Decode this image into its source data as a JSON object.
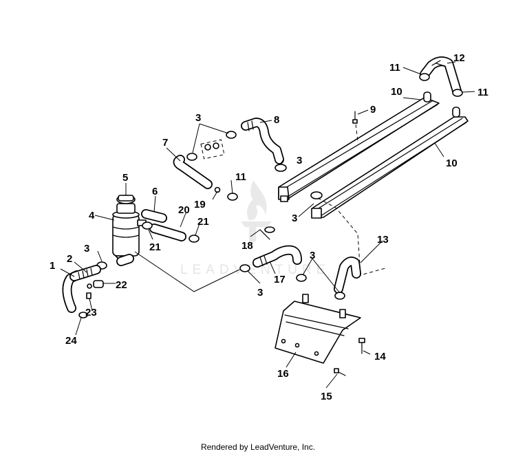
{
  "watermark": {
    "text": "LEADVENTURE"
  },
  "footer": {
    "text": "Rendered by LeadVenture, Inc."
  },
  "callouts": {
    "c1": "1",
    "c2": "2",
    "c3a": "3",
    "c3b": "3",
    "c3c": "3",
    "c3d": "3",
    "c3e": "3",
    "c3f": "3",
    "c4": "4",
    "c5": "5",
    "c6": "6",
    "c7": "7",
    "c8": "8",
    "c9": "9",
    "c10a": "10",
    "c10b": "10",
    "c11a": "11",
    "c11b": "11",
    "c11c": "11",
    "c12": "12",
    "c13": "13",
    "c14": "14",
    "c15": "15",
    "c16": "16",
    "c17": "17",
    "c18": "18",
    "c19": "19",
    "c20": "20",
    "c21a": "21",
    "c21b": "21",
    "c22": "22",
    "c23": "23",
    "c24": "24"
  }
}
